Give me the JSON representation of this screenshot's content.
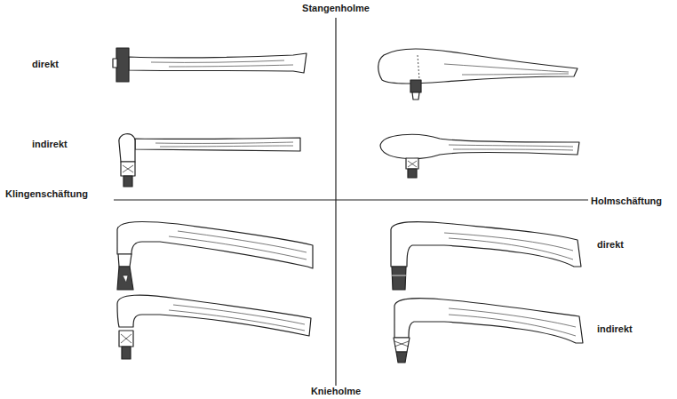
{
  "diagram": {
    "labels": [
      "Stangenholme",
      "direkt",
      "indirekt",
      "Klingenschäftung",
      "Holmschäftung",
      "direkt",
      "indirekt",
      "Knieholme"
    ]
  }
}
